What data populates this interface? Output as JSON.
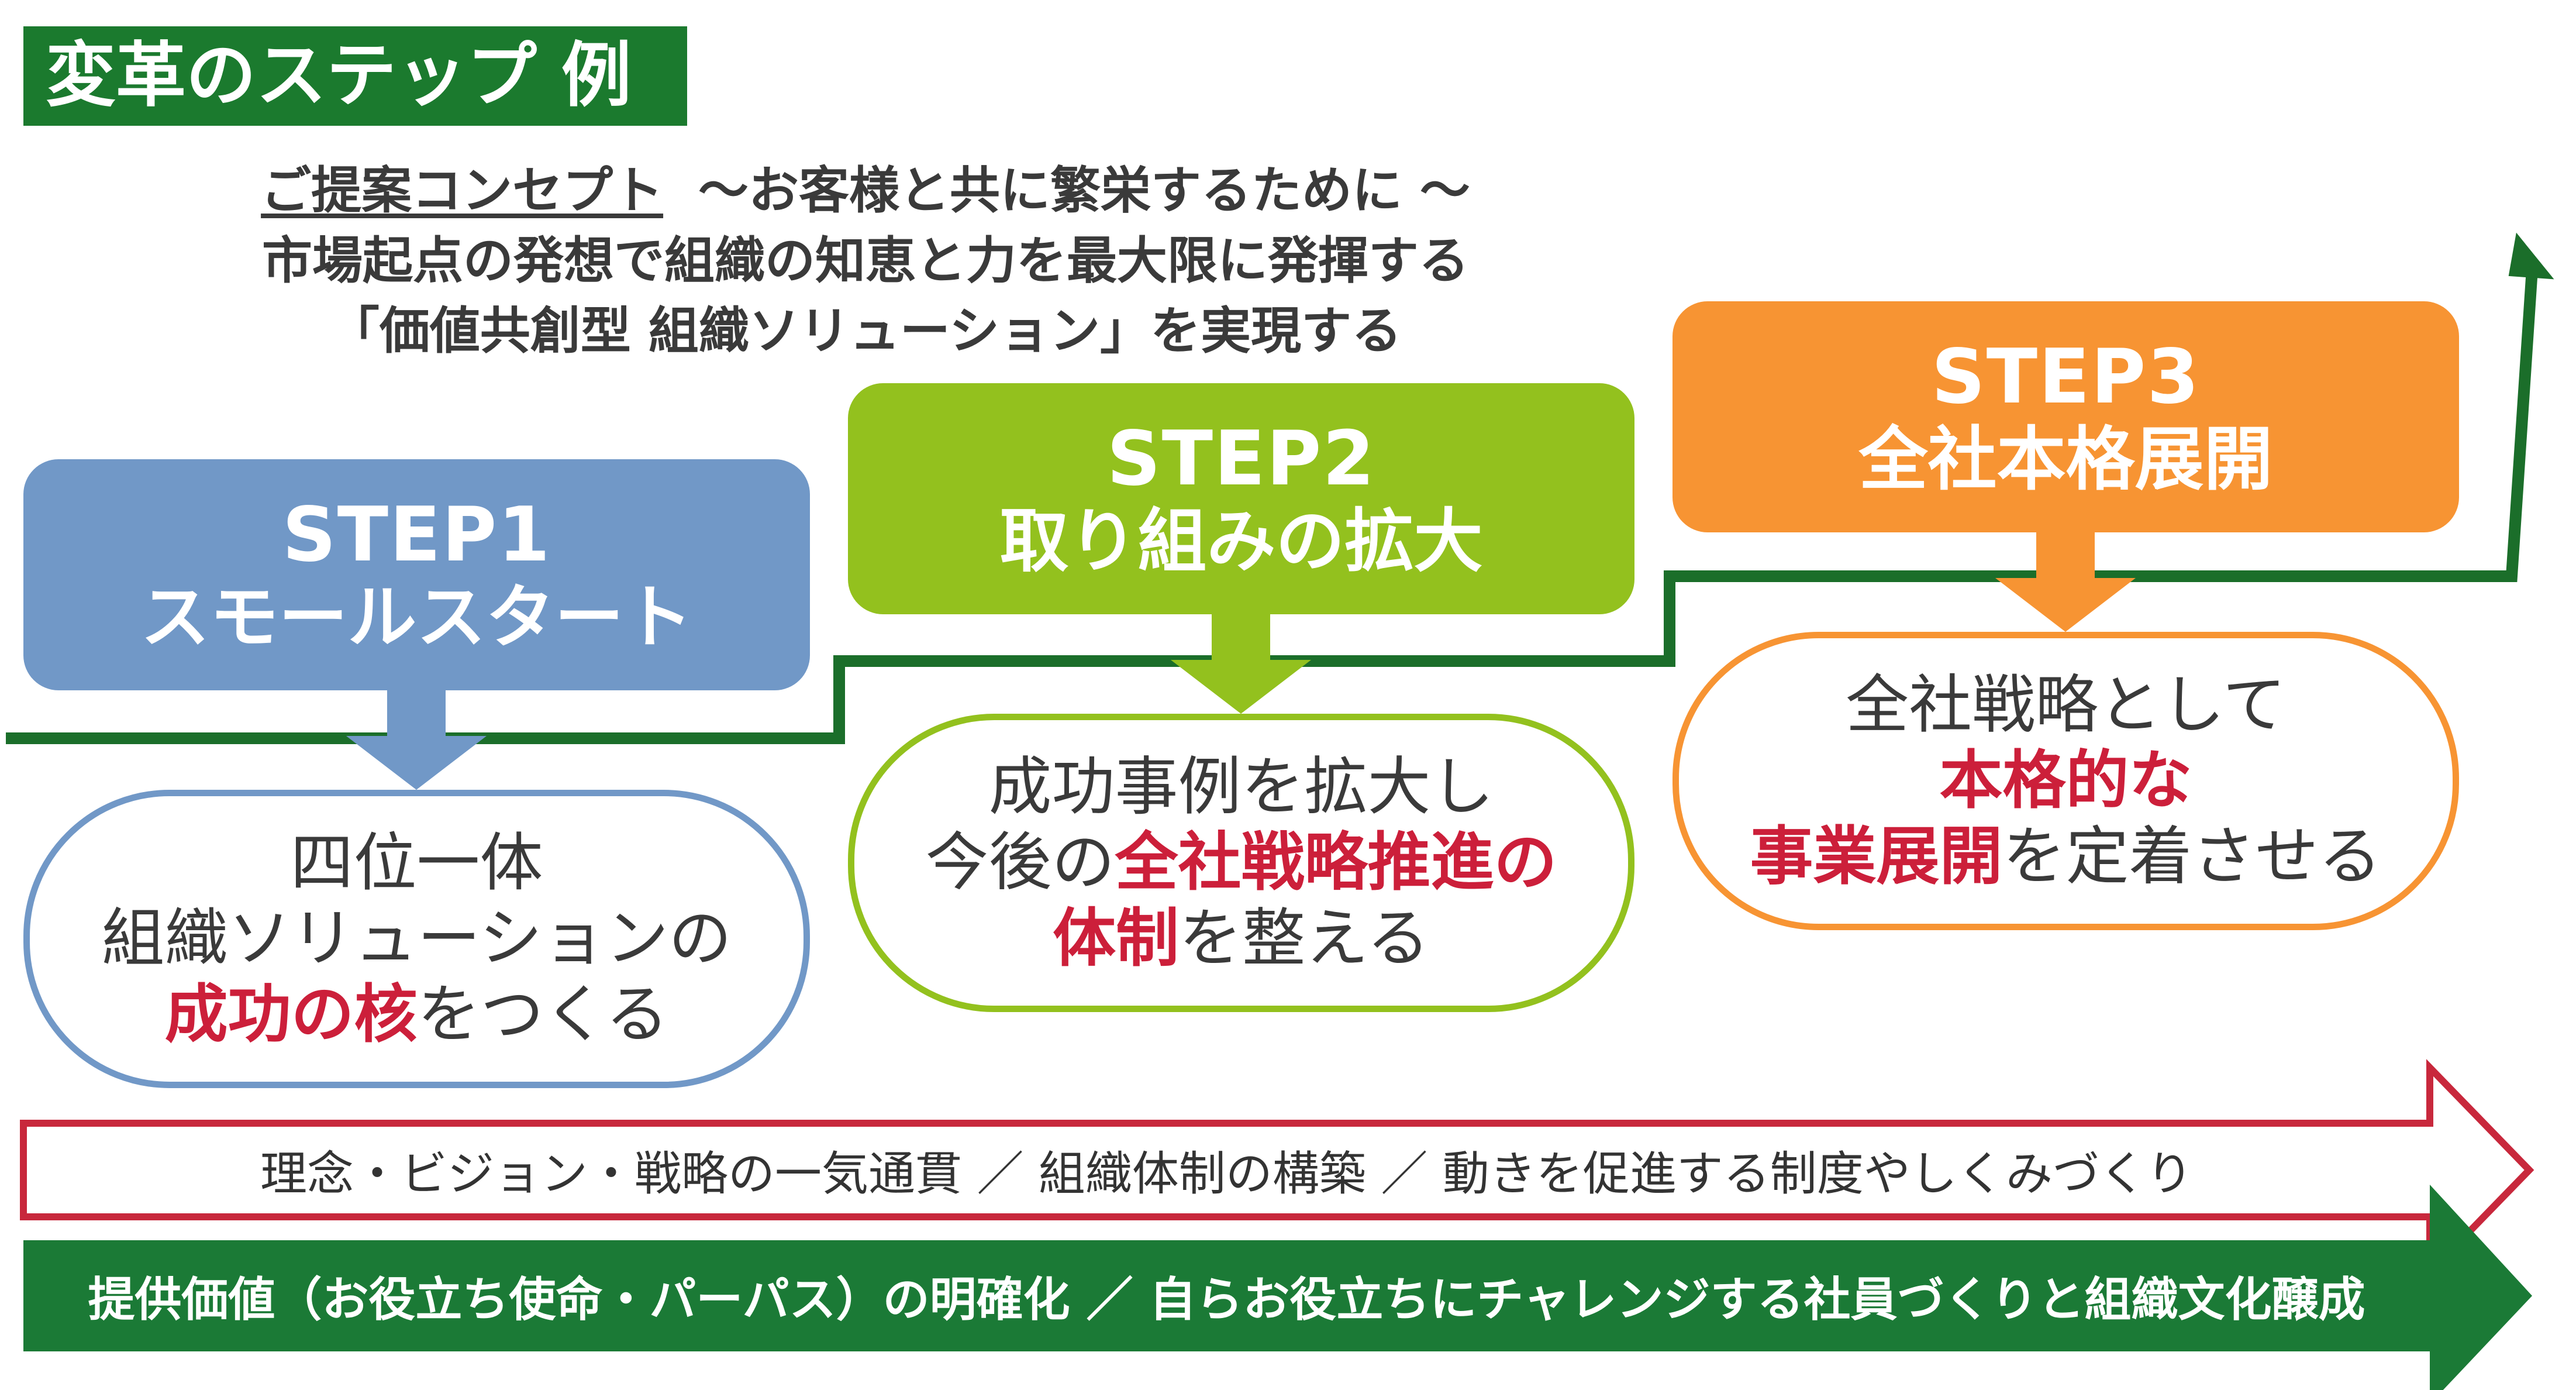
{
  "title": "変革のステップ 例",
  "concept": {
    "label": "ご提案コンセプト",
    "sub": "～お客様と共に繁栄するために ～",
    "line2": "市場起点の発想で組織の知恵と力を最大限に発揮する",
    "line3": "「価値共創型 組織ソリューション」を実現する"
  },
  "steps": [
    {
      "num": "STEP1",
      "name": "スモールスタート",
      "color": "#7198c7",
      "desc": {
        "l1": "四位一体",
        "l2": "組織ソリューションの",
        "l3_hl": "成功の核",
        "l3": "をつくる"
      }
    },
    {
      "num": "STEP2",
      "name": "取り組みの拡大",
      "color": "#93c11e",
      "desc": {
        "l1": "成功事例を拡大し",
        "l2": "今後の",
        "l2_hl": "全社戦略推進の",
        "l3_hl": "体制",
        "l3": "を整える"
      }
    },
    {
      "num": "STEP3",
      "name": "全社本格展開",
      "color": "#f79433",
      "desc": {
        "l1": "全社戦略として",
        "l2_hl": "本格的な",
        "l3_hl": "事業展開",
        "l3": "を定着させる"
      }
    }
  ],
  "bands": {
    "top": "理念・ビジョン・戦略の一気通貫 ／ 組織体制の構築 ／ 動きを促進する制度やしくみづくり",
    "bottom": "提供価値（お役立ち使命・パーパス）の明確化 ／ 自らお役立ちにチャレンジする社員づくりと組織文化醸成"
  },
  "colors": {
    "green_line": "#1b6e2a",
    "band_red": "#c8283c",
    "band_green": "#1b7a36",
    "highlight": "#cc1f3a"
  }
}
